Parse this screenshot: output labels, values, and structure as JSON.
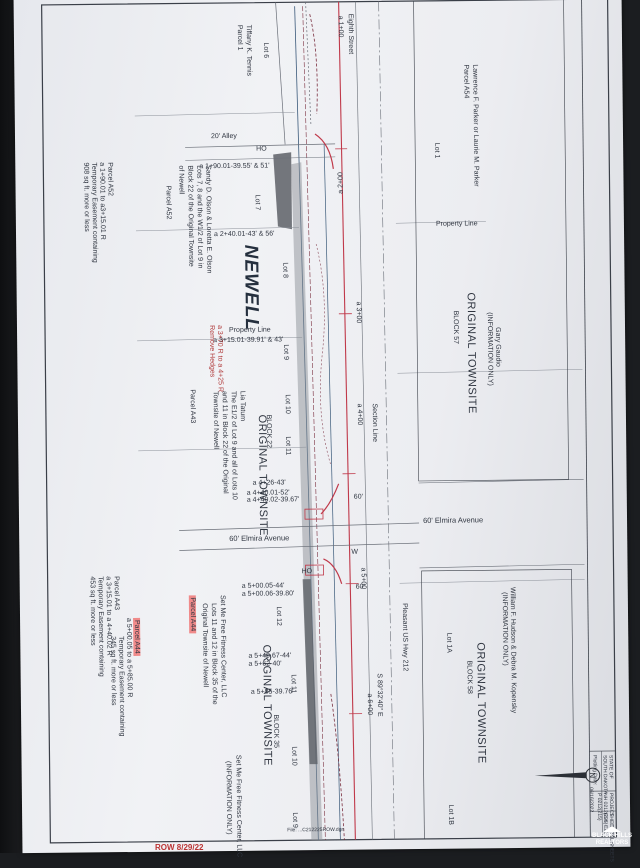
{
  "labels": {
    "eighth_street": "Eighth Street",
    "parcel_a54_owner": "Lawrence F. Parker or Laurie M. Parker",
    "parcel_a54": "Parcel A54",
    "tiffany_tennis": "Tiffany K. Tennis",
    "parcel_1": "Parcel 1",
    "lot_6": "Lot 6",
    "lot_7": "Lot 7",
    "lot_8": "Lot 8",
    "lot_9": "Lot 9",
    "lot_10": "Lot 10",
    "lot_11": "Lot 11",
    "lot_12": "Lot 12",
    "lot_1": "Lot 1",
    "lot_1a": "Lot 1A",
    "lot_1b": "Lot 1B",
    "lot_9b": "Lot 9",
    "lot_10b": "Lot 10",
    "lot_11b": "Lot 11",
    "alley": "20'  Alley",
    "ho1": "HO",
    "ho2": "HO",
    "sta_1": "a 1+00",
    "sta_2": "a 2+00",
    "sta_3": "a 3+00",
    "sta_4": "a 4+00",
    "sta_5": "a 5+00",
    "sta_6": "a 6+00",
    "sta_a1": "a 1+90.01-39.55' & 51'",
    "sta_a2": "a 2+40.01-43' & 56'",
    "sta_a3": "a 3+15.01-39.91' & 43'",
    "sta_a4a": "a 4+26-43'",
    "sta_a4b": "a 4+40.01-52'",
    "sta_a4c": "a 4+40.02-39.67'",
    "sta_a5a": "a 5+00.05-44'",
    "sta_a5b": "a 5+00.06-39.80'",
    "sta_a5c": "a 5+49.67-44'",
    "sta_a5d": "a 5+62-40'",
    "sta_a5e": "a 5+85-39.76'",
    "property_line_1": "Property Line",
    "property_line_2": "Property Line",
    "section_line": "Section Line",
    "sixty_1": "60'",
    "sixty_2": "60'",
    "elmira_1": "60'   Elmira Avenue",
    "elmira_2": "60'   Elmira Avenue",
    "pleasant_us_hwy": "Pleasant US Hwy 212",
    "bearing": "S 89°32'40\" E",
    "newell": "NEWELL",
    "original_townsite_1": "ORIGINAL TOWNSITE",
    "block_57": "BLOCK 57",
    "original_townsite_2": "ORIGINAL TOWNSITE",
    "block_22": "BLOCK 22",
    "original_townsite_3": "ORIGINAL TOWNSITE",
    "block_58": "BLOCK 58",
    "original_townsite_4": "ORIGINAL TOWNSITE",
    "block_35": "BLOCK 35",
    "gary_gaudio": "Gary Gaudio",
    "info_only_1": "(INFORMATION ONLY)",
    "olson_names": "Sandy D. Olson & Loretta E. Olson",
    "olson_desc_1": "Lots 7, 8 and the W1/2 of Lot 9 in",
    "olson_desc_2": "Block 22 of the Original Townsite",
    "olson_desc_3": "of Newell",
    "parcel_a52": "Parcel A52",
    "parcel_a52_b": "Parcel A52",
    "a52_desc_1": "a 1+90.01 to a3+15.01 R",
    "a52_desc_2": "Temporary Easement containing",
    "a52_desc_3": "908 sq ft. more or less",
    "remove_hedges_sta": "a 3+70 R to a 4+25 R",
    "remove_hedges": "Remove Hedges",
    "lia_tatum": "Lia Tatum",
    "tatum_desc_1": "The E1/2 of Lot 9 and all of Lots 10",
    "tatum_desc_2": "and 11 in Block 22 of the Original",
    "tatum_desc_3": "Townsite of Newell",
    "parcel_a43": "Parcel A43",
    "parcel_a43_b": "Parcel A43",
    "a43_desc_1": "a 3+15.01 to a 4+40.02 R",
    "a43_desc_2": "Temporary Easement containing",
    "a43_desc_3": "453 sq ft. more or less",
    "william_names": "William F. Hudson & Debra M. Kopensky",
    "info_only_2": "(INFORMATION ONLY)",
    "setmefree_1": "Set Me Free Fitness Center, LLC",
    "setmefree_desc_1": "Lots 11 and 12 in Block 35 of the",
    "setmefree_desc_2": "Original Townsite of Newell",
    "parcel_a44": "Parcel A44",
    "a44_highlight": "Parcel A44",
    "a44_desc_0": "a 5+00.05 to a 5+85.00 R",
    "a44_desc_1": "Temporary Easement containing",
    "a44_desc_2": "345 sq ft. more or less",
    "setmefree_2": "Set Me Free Fitness Center, LLC",
    "info_only_3": "(INFORMATION ONLY)",
    "w_label": "W",
    "title_row_1": "STATE OF",
    "title_row_2": "SOUTH DAKOTA",
    "title_row_3": "PROJECT",
    "title_row_4": "NH 0212(225)",
    "title_row_5": "P 0212(215)",
    "title_row_6": "SHEET",
    "title_row_7": "E14",
    "title_row_8": "TOTAL SHEETS",
    "title_row_9": "E23",
    "plotting_date": "Plotting Date:",
    "plotting_value": "06/16/2022",
    "bottom_stamp": "ROW 8/29/22",
    "bottom_file": "File: ...C212225ROW.dgn"
  },
  "watermark": {
    "line1": "BLACK HILLS",
    "line2": "REALTORS"
  },
  "colors": {
    "centerline": "#c0394a",
    "row_line": "#3b5a7a",
    "building": "#6c6f74",
    "highlight": "#f08a8a"
  },
  "icons": [
    "north-arrow-icon"
  ]
}
